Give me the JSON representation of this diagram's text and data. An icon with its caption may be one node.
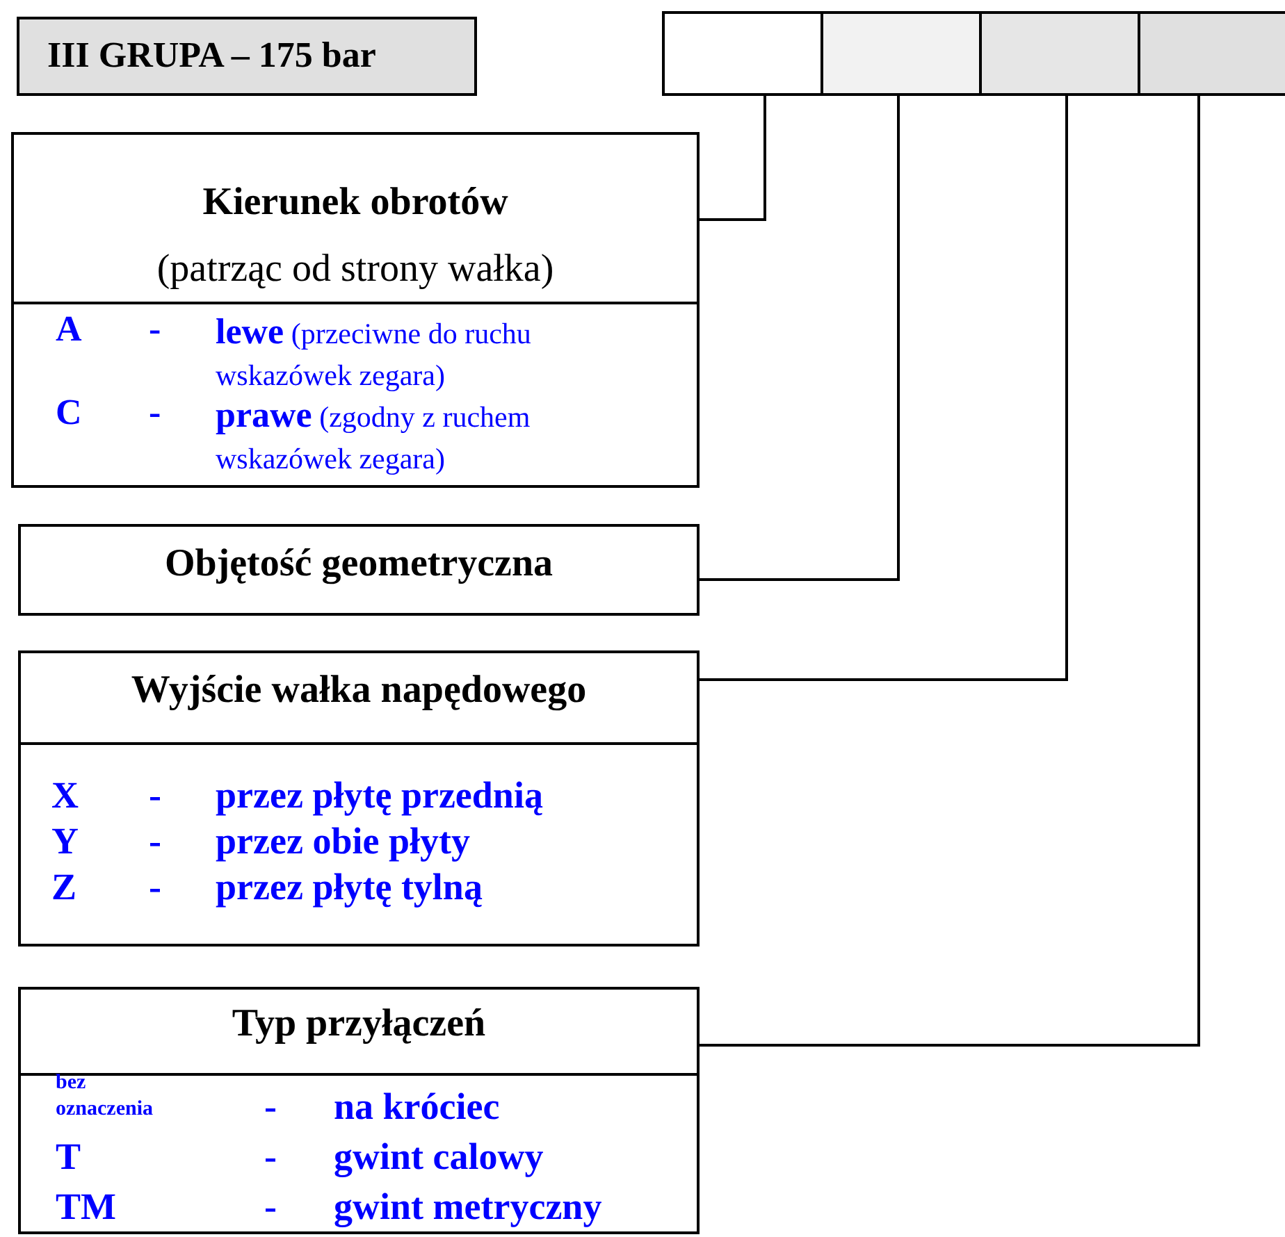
{
  "diagram": {
    "nodes": [
      {
        "text": [
          "III GRUPA – 175 bar"
        ]
      },
      {
        "text": [],
        "shape": "box"
      },
      {
        "text": [],
        "shape": "box"
      },
      {
        "text": [],
        "shape": "box"
      },
      {
        "text": [],
        "shape": "box"
      },
      {
        "text": [
          "Kierunek obrotów",
          "(patrząc od strony wałka)",
          "A",
          "-",
          "**lewe** (przeciwne do ruchu wskazówek zegara)",
          "C",
          "-",
          "**prawe** (zgodny z ruchem wskazówek zegara)"
        ]
      },
      {
        "text": [
          "Objętość geometryczna"
        ]
      },
      {
        "text": [
          "Wyjście wałka napędowego",
          "X",
          "-",
          "przez płytę przednią",
          "Y",
          "-",
          "przez obie płyty",
          "Z",
          "-",
          "przez płytę tylną"
        ]
      },
      {
        "text": [
          "Typ przyłączeń",
          "bez oznaczenia",
          "-",
          "na króciec",
          "T",
          "-",
          "gwint calowy",
          "TM",
          "-",
          "gwint metryczny"
        ]
      }
    ],
    "edges": [
      {
        "from": 1,
        "to": 5,
        "arrow": "none"
      },
      {
        "from": 2,
        "to": 6,
        "arrow": "none"
      },
      {
        "from": 3,
        "to": 7,
        "arrow": "none"
      },
      {
        "from": 4,
        "to": 8,
        "arrow": "none"
      }
    ]
  }
}
